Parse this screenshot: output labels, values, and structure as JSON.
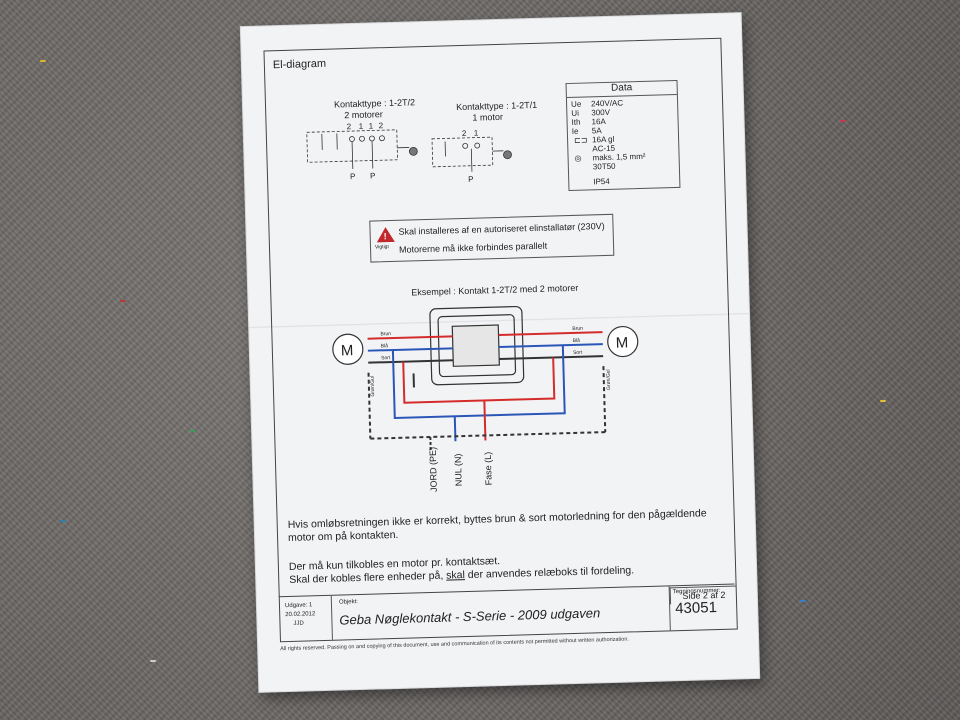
{
  "document": {
    "title": "El-diagram",
    "contact1": {
      "type": "Kontakttype : 1-2T/2",
      "motors": "2 motorer",
      "terminals": [
        "2",
        "1",
        "1",
        "2"
      ],
      "labels": [
        "P",
        "P"
      ]
    },
    "contact2": {
      "type": "Kontakttype : 1-2T/1",
      "motors": "1 motor",
      "terminals": [
        "2",
        "1"
      ],
      "label": "P"
    },
    "data": {
      "heading": "Data",
      "rows": [
        {
          "key": "Ue",
          "value": "240V/AC"
        },
        {
          "key": "Ui",
          "value": "300V"
        },
        {
          "key": "Ith",
          "value": "16A"
        },
        {
          "key": "Ie",
          "value": "5A"
        },
        {
          "key": "",
          "value": "16A gl"
        },
        {
          "key": "",
          "value": "AC-15"
        },
        {
          "key": "",
          "value": "maks. 1,5 mm²"
        },
        {
          "key": "",
          "value": "30T50"
        },
        {
          "key": "",
          "value": "IP54"
        }
      ]
    },
    "warning": {
      "badge": "Vigtigt",
      "line1": "Skal installeres af en autoriseret elinstallatør (230V)",
      "line2": "Motorerne må ikke forbindes parallelt"
    },
    "example_caption": "Eksempel : Kontakt 1-2T/2 med 2 motorer",
    "wire_labels": {
      "brun_left": "Brun",
      "blaa_left": "Blå",
      "sort_left": "Sort",
      "ground_left": "Grøn/Gul",
      "brun_right": "Brun",
      "blaa_right": "Blå",
      "sort_right": "Sort",
      "ground_right": "Grøn/Gul"
    },
    "motor_symbol": "M",
    "supply": {
      "jord": "JORD (PE)",
      "nul": "NUL (N)",
      "fase": "Fase (L)"
    },
    "body": {
      "p1_line1": "Hvis omløbsretningen ikke er korrekt, byttes brun & sort motorledning for den pågældende",
      "p1_line2": "motor om på kontakten.",
      "p2_line1": "Der må kun tilkobles en motor pr. kontaktsæt.",
      "p2_line2_pre": "Skal der kobles flere enheder på, ",
      "p2_line2_u": "skal",
      "p2_line2_post": " der anvendes relæboks til fordeling."
    },
    "page": "Side 2 af 2",
    "footer": {
      "udgave_label": "Udgave: 1",
      "date": "20.02.2012",
      "initials": "JJD",
      "objekt_label": "Objekt:",
      "objekt": "Geba Nøglekontakt - S-Serie - 2009 udgaven",
      "tegn_label": "Tegningsnummer:",
      "tegn": "43051"
    },
    "rights": "All rights reserved. Passing on and copying of this document, use and communication of its contents not permitted without written authorization."
  },
  "colors": {
    "red": "#d42b2b",
    "blue": "#2a56b8",
    "dark": "#333333"
  }
}
